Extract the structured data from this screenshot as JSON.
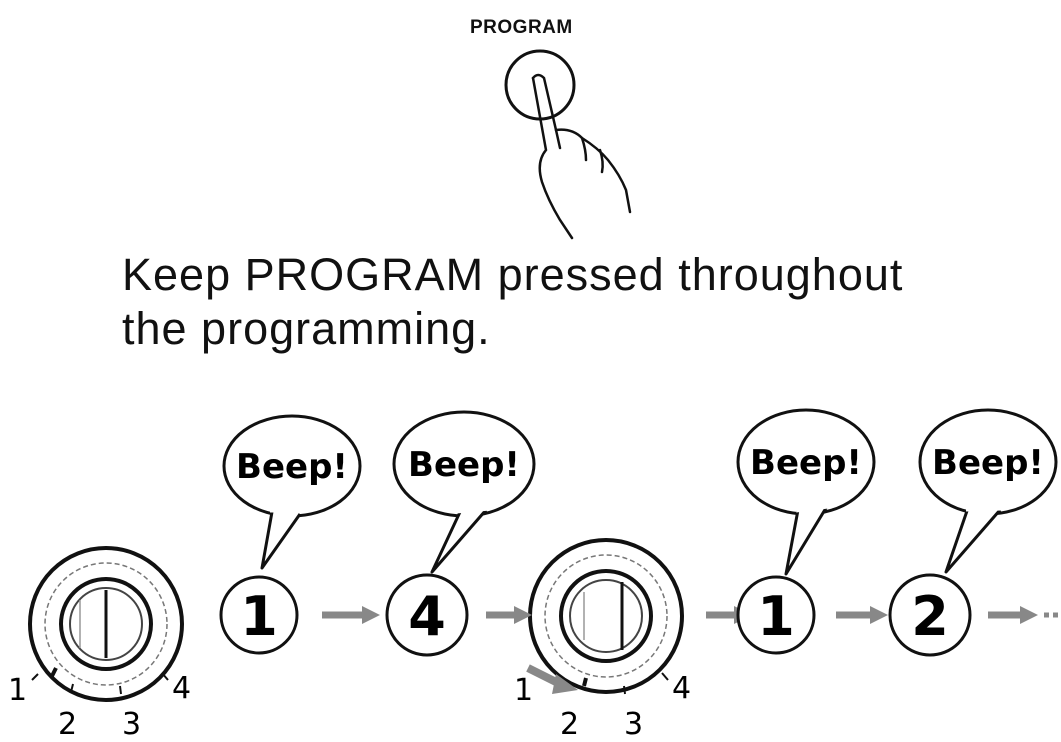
{
  "program_button": {
    "label": "PROGRAM"
  },
  "instruction": {
    "line1": "Keep PROGRAM pressed throughout",
    "line2": "the programming."
  },
  "sequence": {
    "beep_text": "Beep!",
    "steps": [
      {
        "digit": "1"
      },
      {
        "digit": "4"
      },
      {
        "digit": "1"
      },
      {
        "digit": "2"
      }
    ],
    "dial_marks": [
      "1",
      "2",
      "3",
      "4"
    ]
  }
}
